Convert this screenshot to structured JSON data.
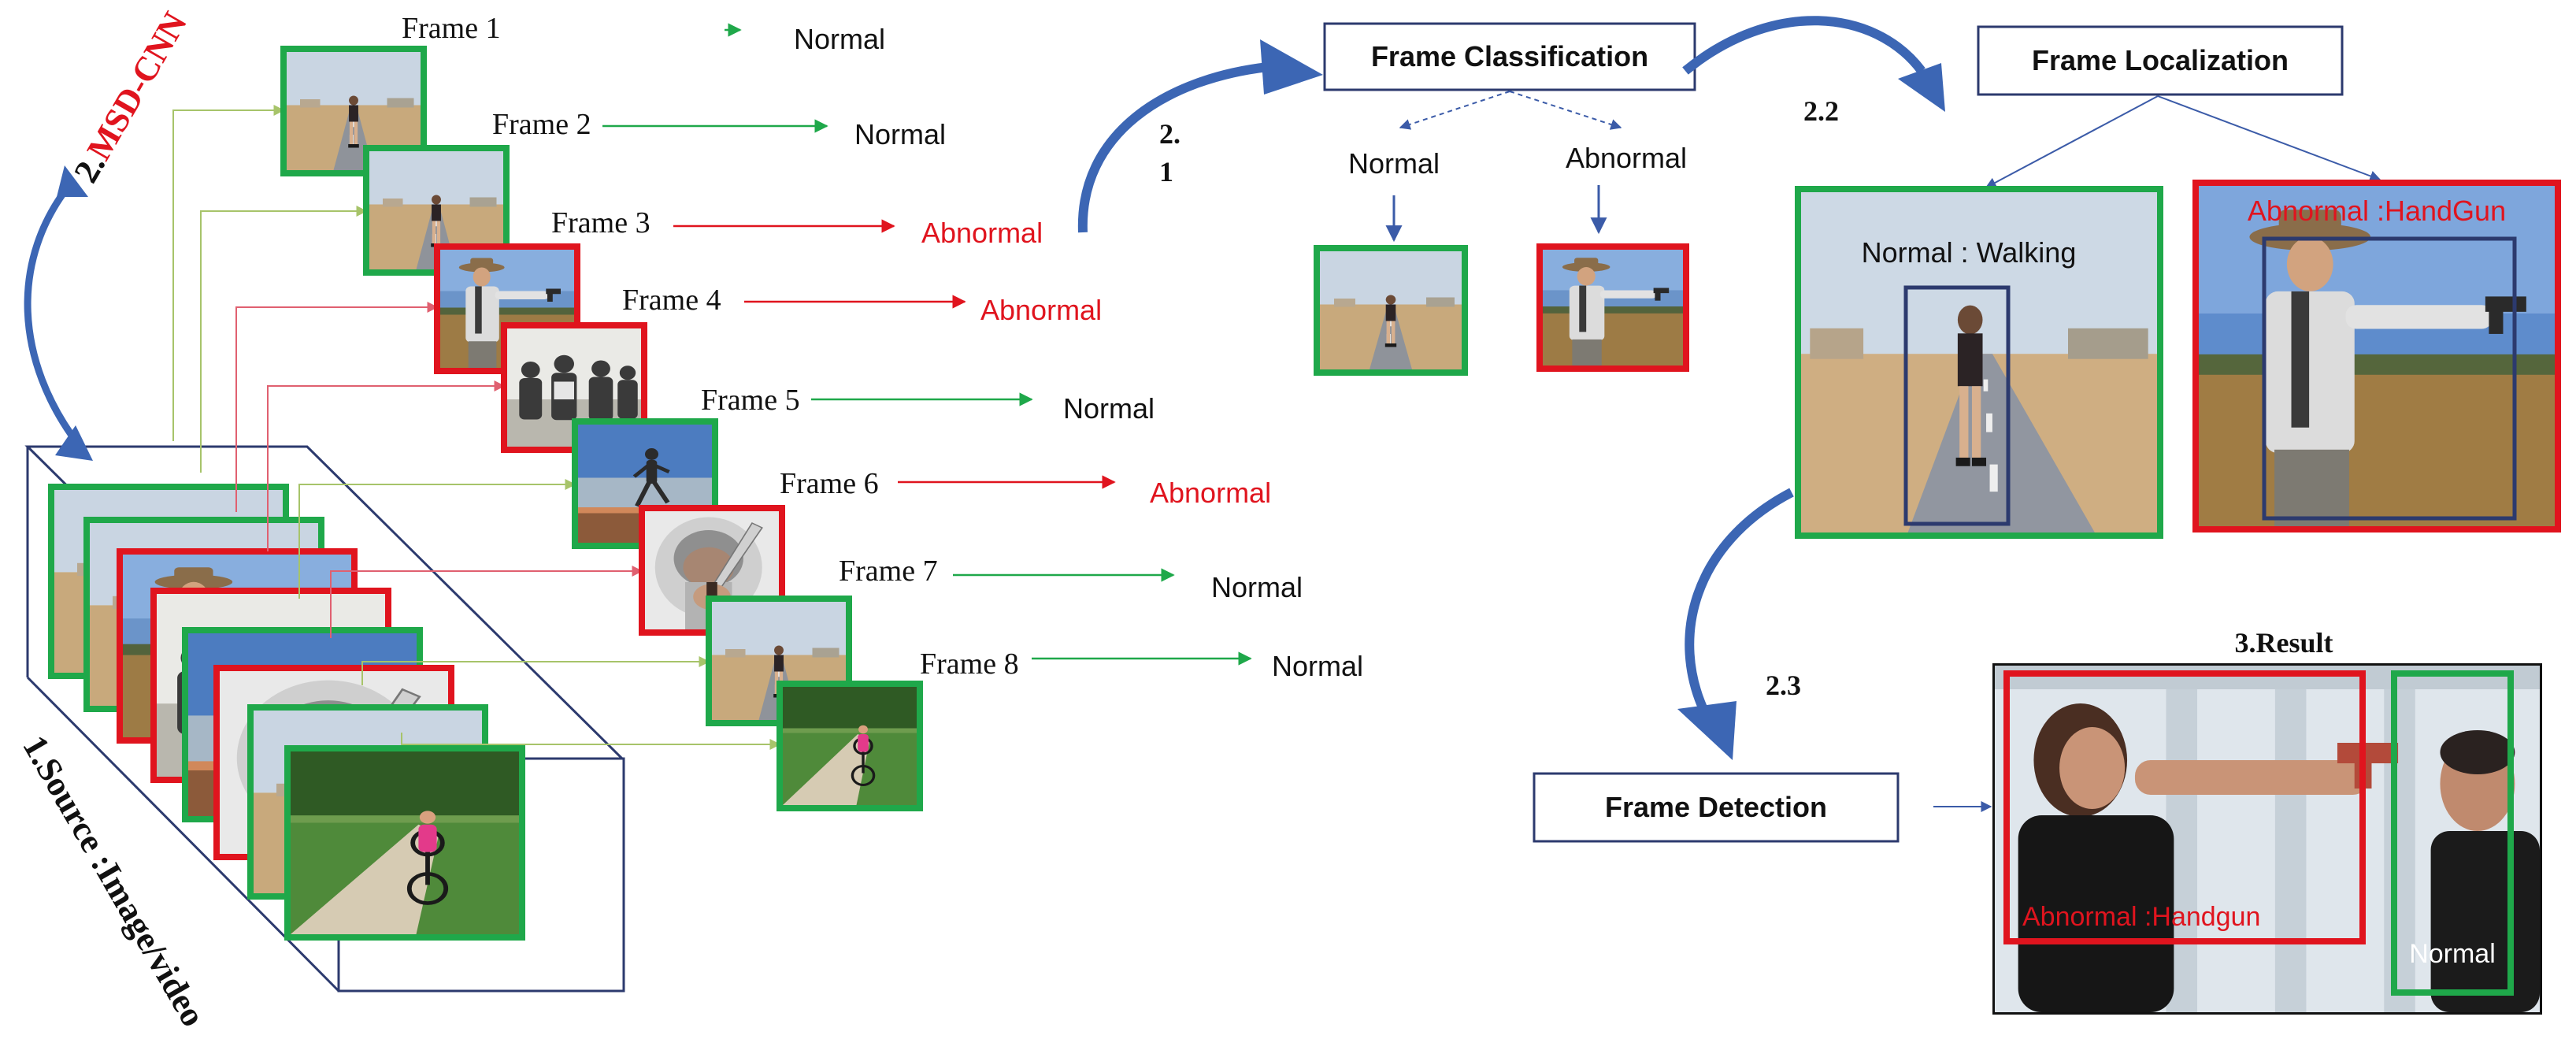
{
  "colors": {
    "green": "#1fa84a",
    "red": "#e0141e",
    "blue": "#3b5ba8",
    "arrow_blue": "#3c66b4",
    "navy": "#2c3a6e",
    "olive": "#b8c98a"
  },
  "source_label": "1.Source :Image/video",
  "model_label_prefix": "2.",
  "model_label_name": "MSD-CNN",
  "frames": [
    {
      "label": "Frame 1",
      "result": "Normal",
      "status": "normal",
      "scene": "road-woman"
    },
    {
      "label": "Frame 2",
      "result": "Normal",
      "status": "normal",
      "scene": "road-woman"
    },
    {
      "label": "Frame 3",
      "result": "Abnormal",
      "status": "abnormal",
      "scene": "gunman"
    },
    {
      "label": "Frame 4",
      "result": "Abnormal",
      "status": "abnormal",
      "scene": "crowd"
    },
    {
      "label": "Frame 5",
      "result": "Normal",
      "status": "normal",
      "scene": "runner"
    },
    {
      "label": "Frame 6",
      "result": "Abnormal",
      "status": "abnormal",
      "scene": "knife"
    },
    {
      "label": "Frame 7",
      "result": "Normal",
      "status": "normal",
      "scene": "road-woman"
    },
    {
      "label": "Frame 8",
      "result": "Normal",
      "status": "normal",
      "scene": "cyclist"
    }
  ],
  "step_2_1": {
    "line1": "2.",
    "line2": "1"
  },
  "step_2_2": "2.2",
  "step_2_3": "2.3",
  "classification": {
    "title": "Frame Classification",
    "normal_label": "Normal",
    "abnormal_label": "Abnormal"
  },
  "localization": {
    "title": "Frame Localization",
    "normal_caption": "Normal : Walking",
    "abnormal_caption": "Abnormal :HandGun"
  },
  "detection": {
    "title": "Frame Detection"
  },
  "result": {
    "title": "3.Result",
    "abnormal_label": "Abnormal :Handgun",
    "normal_label": "Normal"
  }
}
